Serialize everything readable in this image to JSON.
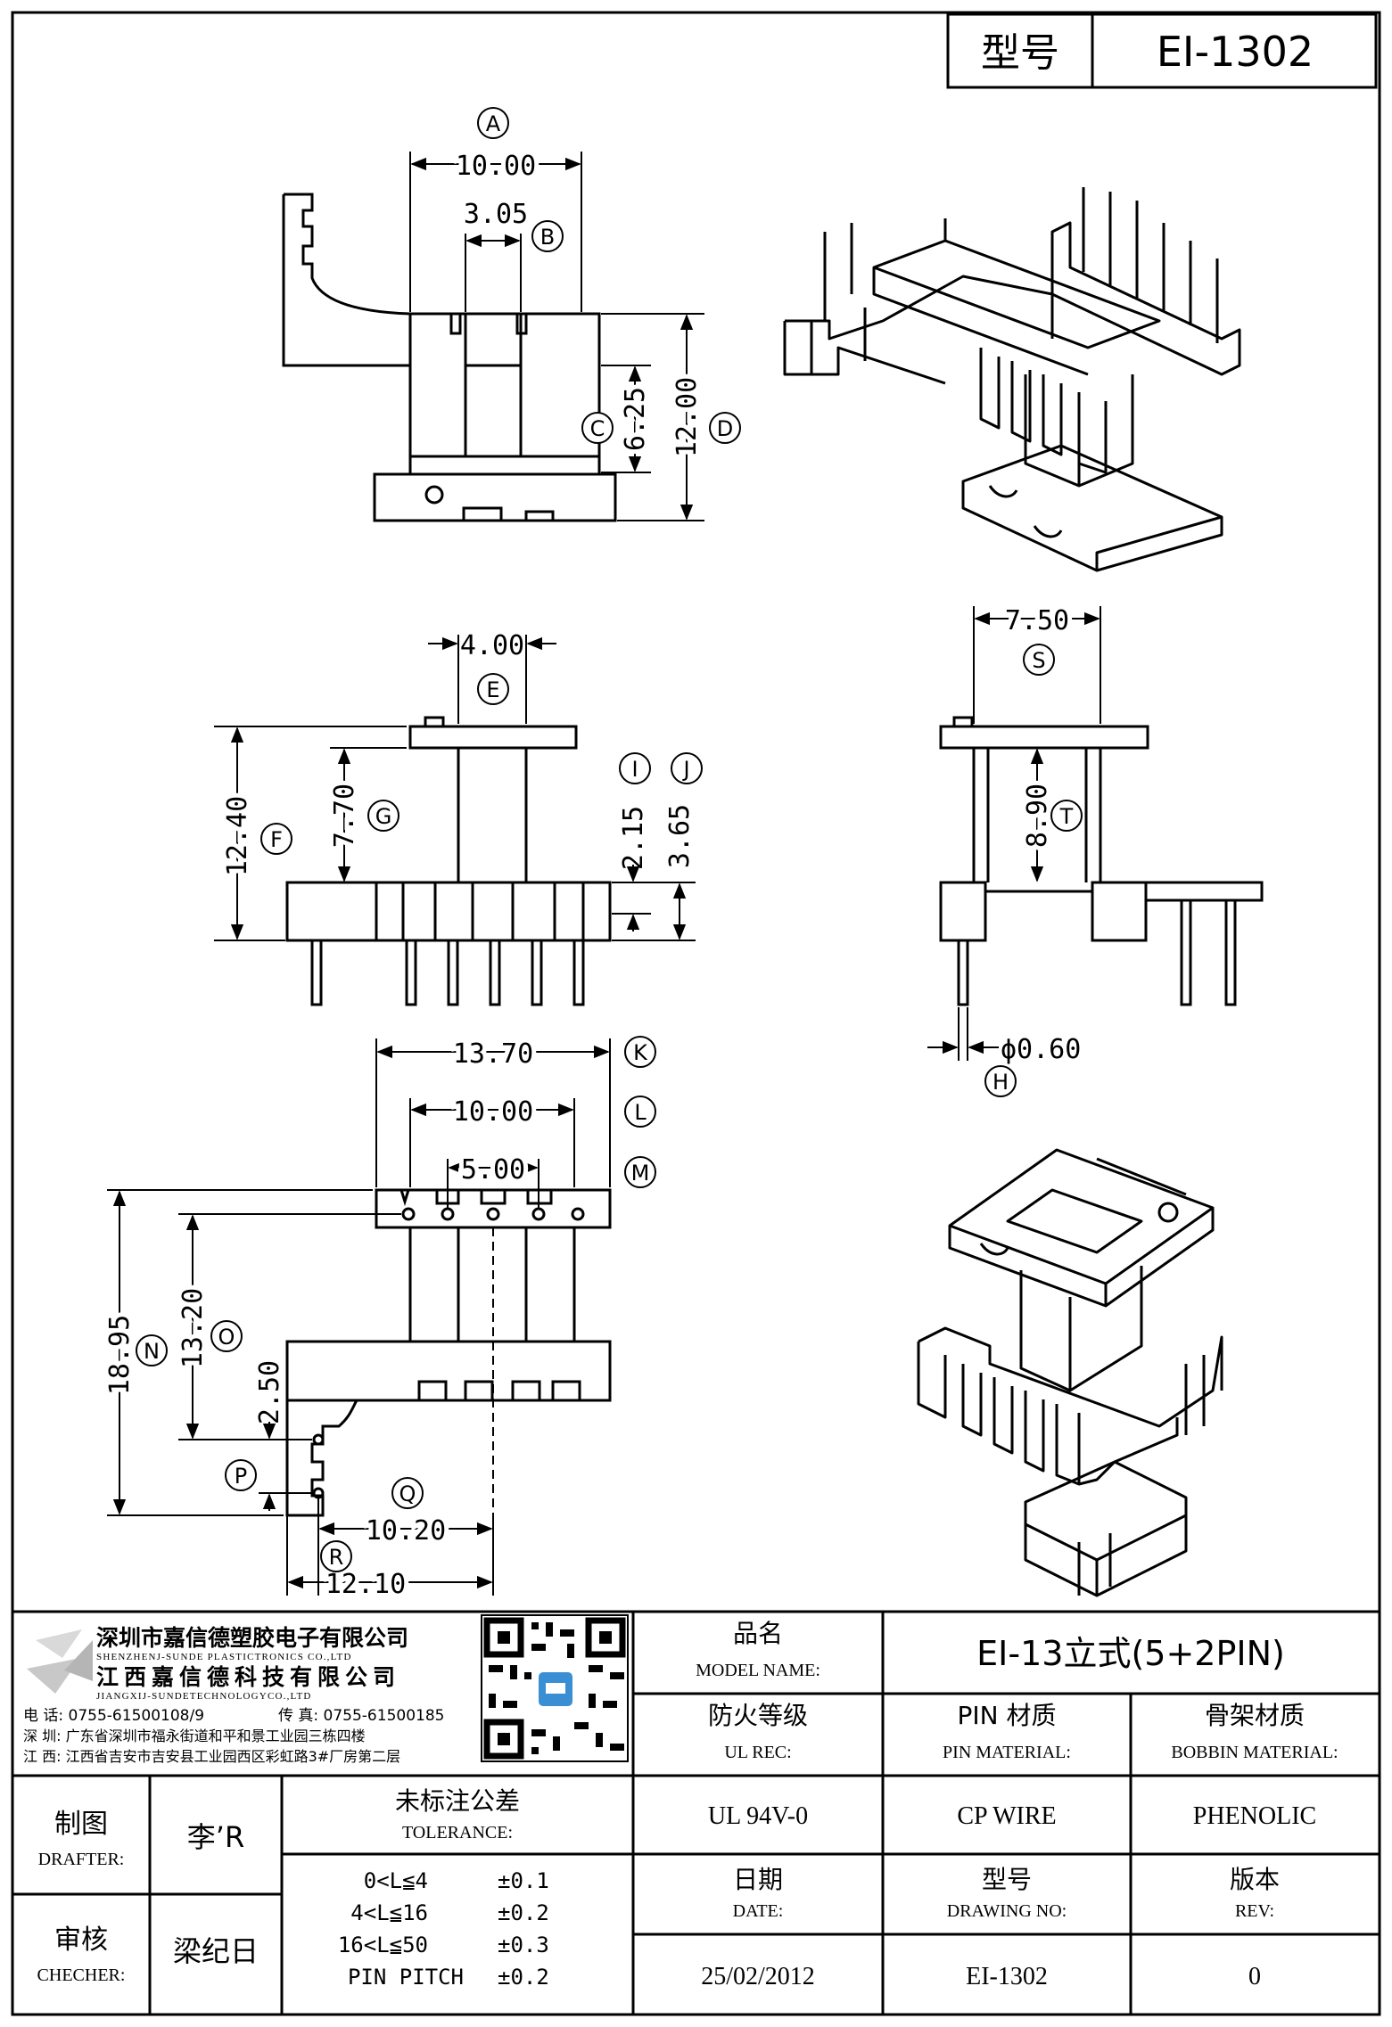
{
  "header": {
    "model_label": "型号",
    "model_value": "EI-1302"
  },
  "dimensions": [
    {
      "id": "A",
      "value": "10.00"
    },
    {
      "id": "B",
      "value": "3.05"
    },
    {
      "id": "C",
      "value": "6.25"
    },
    {
      "id": "D",
      "value": "12.00"
    },
    {
      "id": "E",
      "value": "4.00"
    },
    {
      "id": "F",
      "value": "12.40"
    },
    {
      "id": "G",
      "value": "7.70"
    },
    {
      "id": "I",
      "value": "2.15"
    },
    {
      "id": "J",
      "value": "3.65"
    },
    {
      "id": "S",
      "value": "7.50"
    },
    {
      "id": "T",
      "value": "8.90"
    },
    {
      "id": "H",
      "value": "ϕ0.60"
    },
    {
      "id": "K",
      "value": "13.70"
    },
    {
      "id": "L",
      "value": "10.00"
    },
    {
      "id": "M",
      "value": "5.00"
    },
    {
      "id": "N",
      "value": "18.95"
    },
    {
      "id": "O",
      "value": "13.20"
    },
    {
      "id": "P",
      "value": "2.50"
    },
    {
      "id": "Q",
      "value": "10.20"
    },
    {
      "id": "R",
      "value": "12.10"
    }
  ],
  "company": {
    "name_cn_1": "深圳市嘉信德塑胶电子有限公司",
    "name_en_1": "SHENZHENJ-SUNDE PLASTICTRONICS CO.,LTD",
    "name_cn_2": "江西嘉信德科技有限公司",
    "name_en_2": "JIANGXIJ-SUNDETECHNOLOGYCO.,LTD",
    "phone": "电 话: 0755-61500108/9",
    "fax": "传 真: 0755-61500185",
    "addr_sz": "深 圳: 广东省深圳市福永街道和平和景工业园三栋四楼",
    "addr_jx": "江 西: 江西省吉安市吉安县工业园西区彩虹路3#厂房第二层"
  },
  "title_block": {
    "model_name_cn": "品名",
    "model_name_en": "MODEL NAME:",
    "model_name_value": "EI-13立式(5+2PIN)",
    "ul_cn": "防火等级",
    "ul_en": "UL REC:",
    "pin_cn": "PIN 材质",
    "pin_en": "PIN MATERIAL:",
    "bobbin_cn": "骨架材质",
    "bobbin_en": "BOBBIN MATERIAL:",
    "ul_value": "UL 94V-0",
    "pin_value": "CP WIRE",
    "bobbin_value": "PHENOLIC",
    "date_cn": "日期",
    "date_en": "DATE:",
    "drawing_cn": "型号",
    "drawing_en": "DRAWING NO:",
    "rev_cn": "版本",
    "rev_en": "REV:",
    "date_value": "25/02/2012",
    "drawing_value": "EI-1302",
    "rev_value": "0",
    "drafter_cn": "制图",
    "drafter_en": "DRAFTER:",
    "drafter_value": "李’R",
    "checker_cn": "审核",
    "checker_en": "CHECHER:",
    "checker_value": "梁纪日",
    "tolerance_cn": "未标注公差",
    "tolerance_en": "TOLERANCE:",
    "tolerances": [
      {
        "range": "0<L≦4",
        "value": "±0.1"
      },
      {
        "range": "4<L≦16",
        "value": "±0.2"
      },
      {
        "range": "16<L≦50",
        "value": "±0.3"
      },
      {
        "range": "PIN PITCH",
        "value": "±0.2"
      }
    ]
  }
}
